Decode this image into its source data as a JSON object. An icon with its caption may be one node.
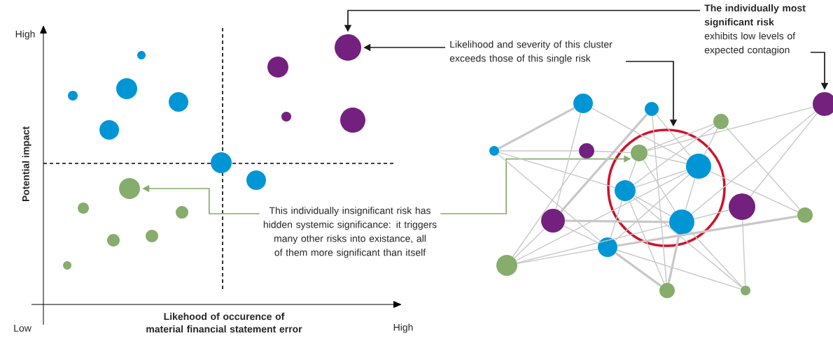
{
  "diagram": {
    "nodes": [
      {
        "text": [],
        "shape": "circle"
      },
      {
        "text": [],
        "shape": "circle"
      },
      {
        "text": [],
        "shape": "circle"
      },
      {
        "text": [],
        "shape": "circle"
      },
      {
        "text": [],
        "shape": "circle"
      },
      {
        "text": [],
        "shape": "circle"
      },
      {
        "text": [],
        "shape": "circle"
      },
      {
        "text": [],
        "shape": "circle"
      },
      {
        "text": [],
        "shape": "circle"
      },
      {
        "text": [],
        "shape": "circle"
      },
      {
        "text": [],
        "shape": "circle"
      },
      {
        "text": [],
        "shape": "circle"
      },
      {
        "text": [],
        "shape": "circle"
      },
      {
        "text": [],
        "shape": "circle"
      },
      {
        "text": [],
        "shape": "circle"
      },
      {
        "text": [],
        "shape": "circle"
      },
      {
        "text": [],
        "shape": "circle"
      },
      {
        "text": [
          "Likelihood and severity of this cluster exceeds those of this single risk"
        ]
      },
      {
        "text": [
          "The individually most significant risk",
          "exhibits low levels of expected contagion"
        ]
      },
      {
        "text": [
          "This individually insignificant risk has hidden systemic significance: it triggers many other risks into existance, all of them more significant than itself"
        ]
      },
      {
        "text": [],
        "shape": "circle"
      },
      {
        "text": [],
        "shape": "circle"
      },
      {
        "text": [],
        "shape": "circle"
      },
      {
        "text": [],
        "shape": "circle"
      },
      {
        "text": [],
        "shape": "circle"
      },
      {
        "text": [],
        "shape": "circle",
        "in": 20
      },
      {
        "text": [],
        "shape": "circle"
      },
      {
        "text": [],
        "shape": "circle"
      },
      {
        "text": [],
        "shape": "circle",
        "in": 20
      },
      {
        "text": [],
        "shape": "circle",
        "in": 20
      },
      {
        "text": [],
        "shape": "circle"
      },
      {
        "text": [],
        "shape": "circle",
        "in": 20
      },
      {
        "text": [],
        "shape": "circle"
      },
      {
        "text": [],
        "shape": "circle"
      },
      {
        "text": [],
        "shape": "circle"
      },
      {
        "text": [],
        "shape": "circle"
      },
      {
        "text": [],
        "shape": "circle"
      },
      {
        "text": [],
        "shape": "circle"
      }
    ],
    "edges": [
      {
        "from": 17,
        "to": 0,
        "arrow": "to",
        "color": "#1a1a1a"
      },
      {
        "from": 17,
        "to": 20,
        "arrow": "to",
        "color": "#1a1a1a"
      },
      {
        "from": 18,
        "to": 0,
        "arrow": "to",
        "color": "#1a1a1a"
      },
      {
        "from": 18,
        "to": 27,
        "arrow": "to",
        "color": "#1a1a1a"
      },
      {
        "from": 19,
        "to": 11,
        "arrow": "to",
        "color": "#86ad6b"
      },
      {
        "from": 19,
        "to": 25,
        "arrow": "to",
        "color": "#86ad6b"
      },
      {
        "from": 21,
        "to": 22,
        "arrow": "none",
        "style": "thick"
      },
      {
        "from": 21,
        "to": 24,
        "arrow": "none"
      },
      {
        "from": 24,
        "to": 25,
        "arrow": "none"
      },
      {
        "from": 21,
        "to": 34,
        "arrow": "none"
      },
      {
        "from": 21,
        "to": 29,
        "arrow": "none"
      },
      {
        "from": 22,
        "to": 28,
        "arrow": "none"
      },
      {
        "from": 22,
        "to": 30,
        "arrow": "none"
      },
      {
        "from": 23,
        "to": 30,
        "arrow": "none",
        "style": "thick"
      },
      {
        "from": 23,
        "to": 28,
        "arrow": "none"
      },
      {
        "from": 23,
        "to": 36,
        "arrow": "none"
      },
      {
        "from": 35,
        "to": 30,
        "arrow": "none"
      },
      {
        "from": 35,
        "to": 24,
        "arrow": "none"
      },
      {
        "from": 35,
        "to": 34,
        "arrow": "none"
      },
      {
        "from": 35,
        "to": 31,
        "arrow": "none"
      },
      {
        "from": 35,
        "to": 28,
        "arrow": "none"
      },
      {
        "from": 25,
        "to": 26,
        "arrow": "none"
      },
      {
        "from": 25,
        "to": 28,
        "arrow": "none"
      },
      {
        "from": 25,
        "to": 29,
        "arrow": "none"
      },
      {
        "from": 25,
        "to": 31,
        "arrow": "none"
      },
      {
        "from": 26,
        "to": 29,
        "arrow": "none"
      },
      {
        "from": 26,
        "to": 33,
        "arrow": "none"
      },
      {
        "from": 26,
        "to": 28,
        "arrow": "none"
      },
      {
        "from": 27,
        "to": 25,
        "arrow": "none"
      },
      {
        "from": 27,
        "to": 32,
        "arrow": "none"
      },
      {
        "from": 27,
        "to": 31,
        "arrow": "none"
      },
      {
        "from": 28,
        "to": 29,
        "arrow": "none"
      },
      {
        "from": 28,
        "to": 31,
        "arrow": "none"
      },
      {
        "from": 28,
        "to": 34,
        "arrow": "none"
      },
      {
        "from": 28,
        "to": 33,
        "arrow": "none"
      },
      {
        "from": 29,
        "to": 31,
        "arrow": "none"
      },
      {
        "from": 29,
        "to": 34,
        "arrow": "none"
      },
      {
        "from": 29,
        "to": 36,
        "arrow": "none"
      },
      {
        "from": 29,
        "to": 37,
        "arrow": "none"
      },
      {
        "from": 30,
        "to": 31,
        "arrow": "none",
        "style": "thick"
      },
      {
        "from": 30,
        "to": 34,
        "arrow": "none"
      },
      {
        "from": 31,
        "to": 32,
        "arrow": "none"
      },
      {
        "from": 31,
        "to": 36,
        "arrow": "none",
        "style": "thick"
      },
      {
        "from": 31,
        "to": 37,
        "arrow": "none"
      },
      {
        "from": 32,
        "to": 37,
        "arrow": "none"
      },
      {
        "from": 33,
        "to": 34,
        "arrow": "none",
        "style": "thick"
      },
      {
        "from": 34,
        "to": 36,
        "arrow": "none",
        "style": "thick"
      },
      {
        "from": 34,
        "to": 37,
        "arrow": "none"
      }
    ],
    "labels": [
      "High",
      "Potential impact",
      "Likehood of occurence of material financial statement error",
      "Low",
      "High"
    ]
  }
}
